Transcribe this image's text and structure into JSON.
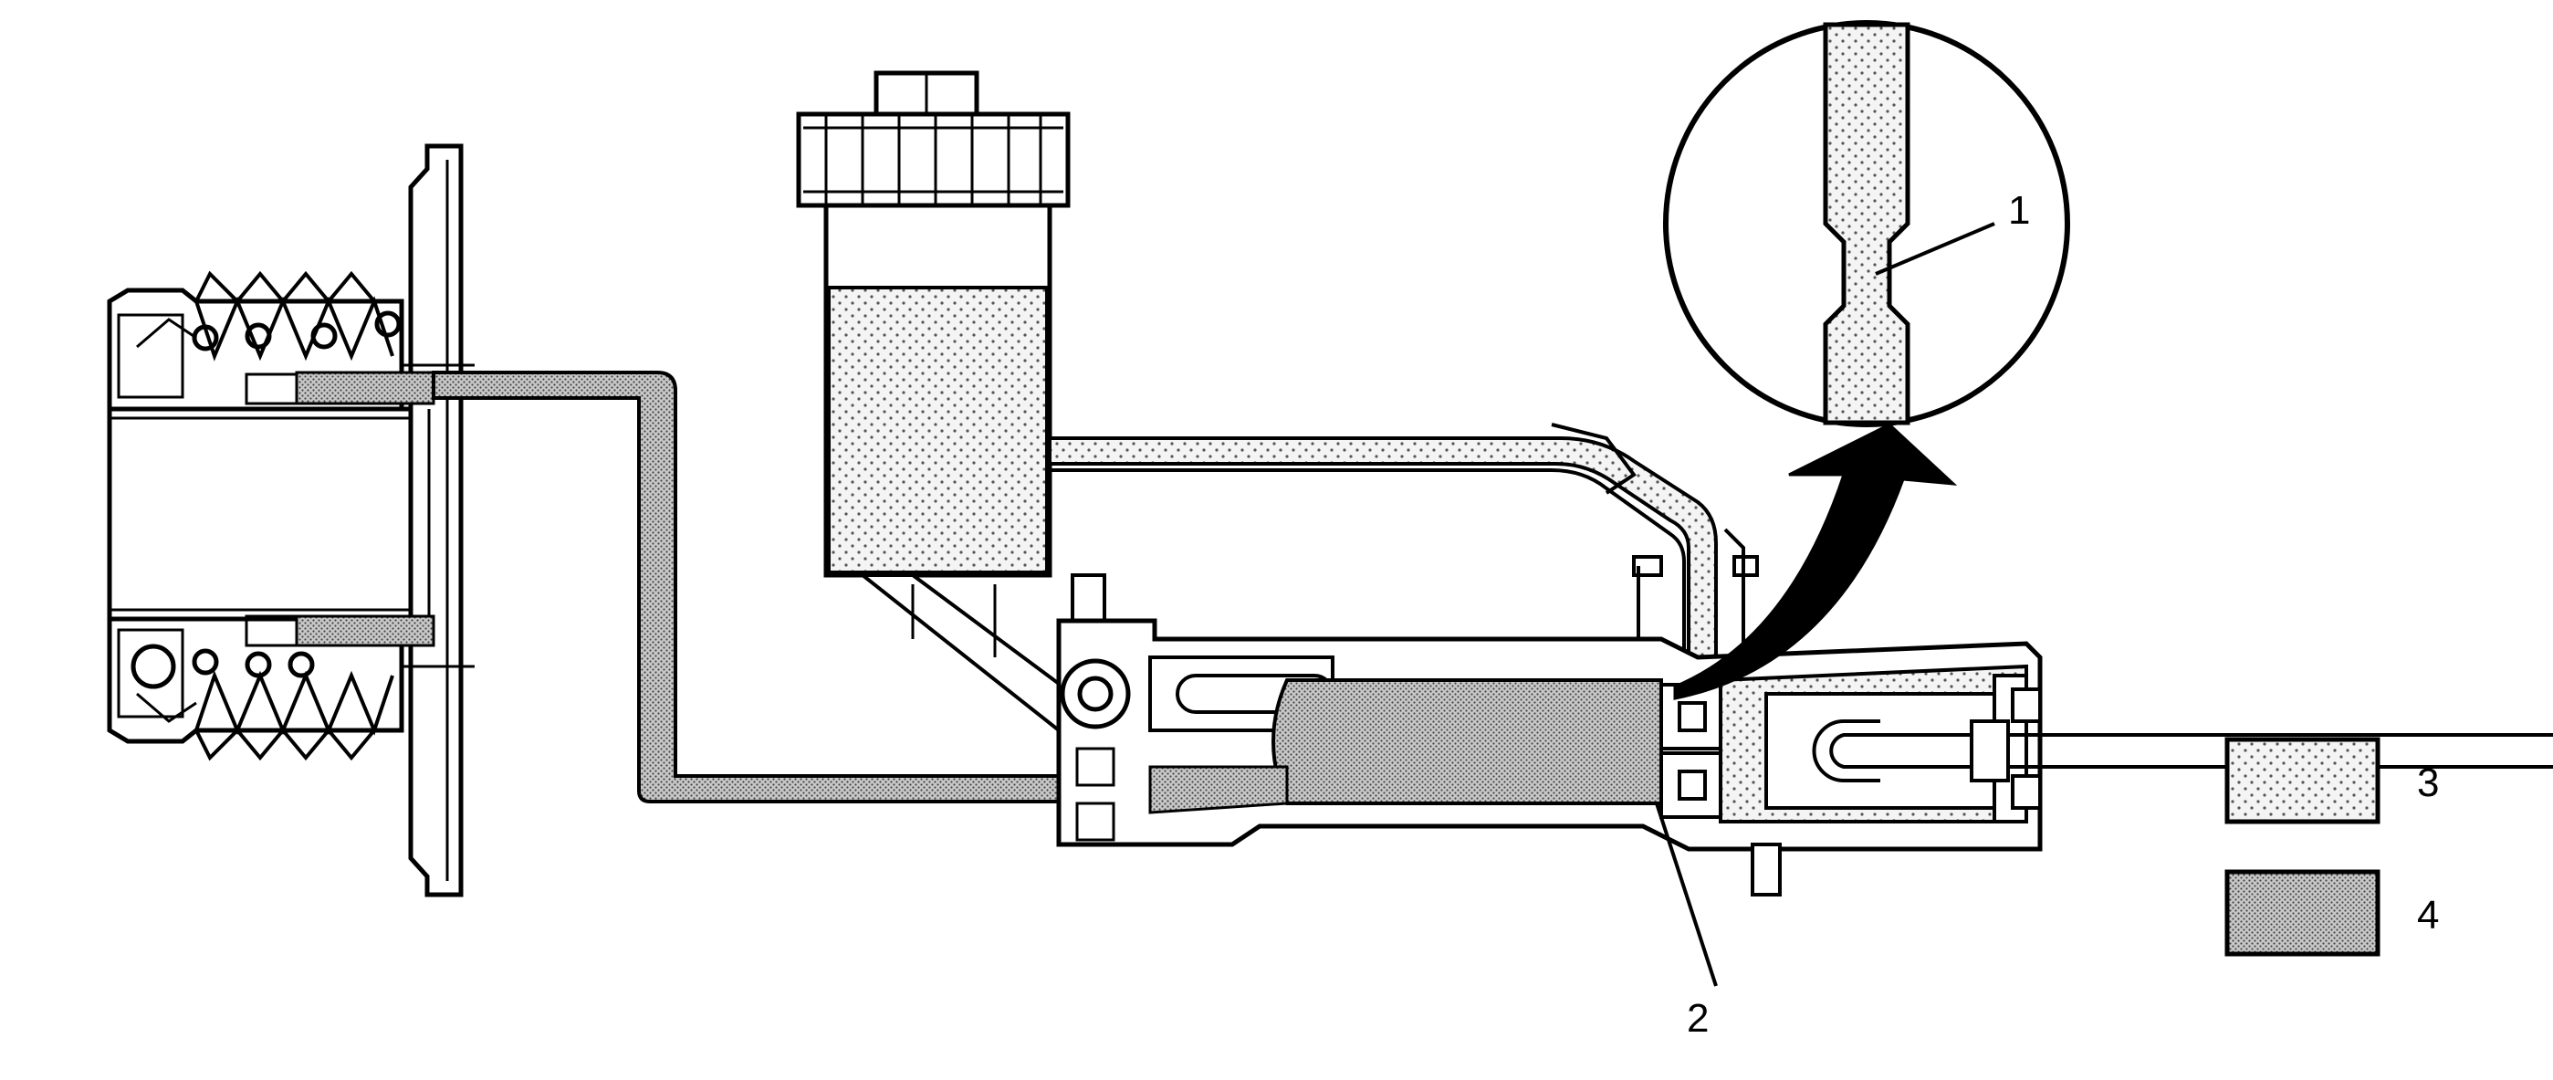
{
  "colors": {
    "line": "#000000",
    "background": "#ffffff",
    "reservoir_fluid": "#f3f3f3",
    "pressurized_fluid": "#bdbdbd"
  },
  "callouts": {
    "c1": "1",
    "c2": "2",
    "c3": "3",
    "c4": "4"
  },
  "legend": [
    {
      "swatch": "dotted-fill",
      "label": "3"
    },
    {
      "swatch": "hatched-fill",
      "label": "4"
    }
  ]
}
